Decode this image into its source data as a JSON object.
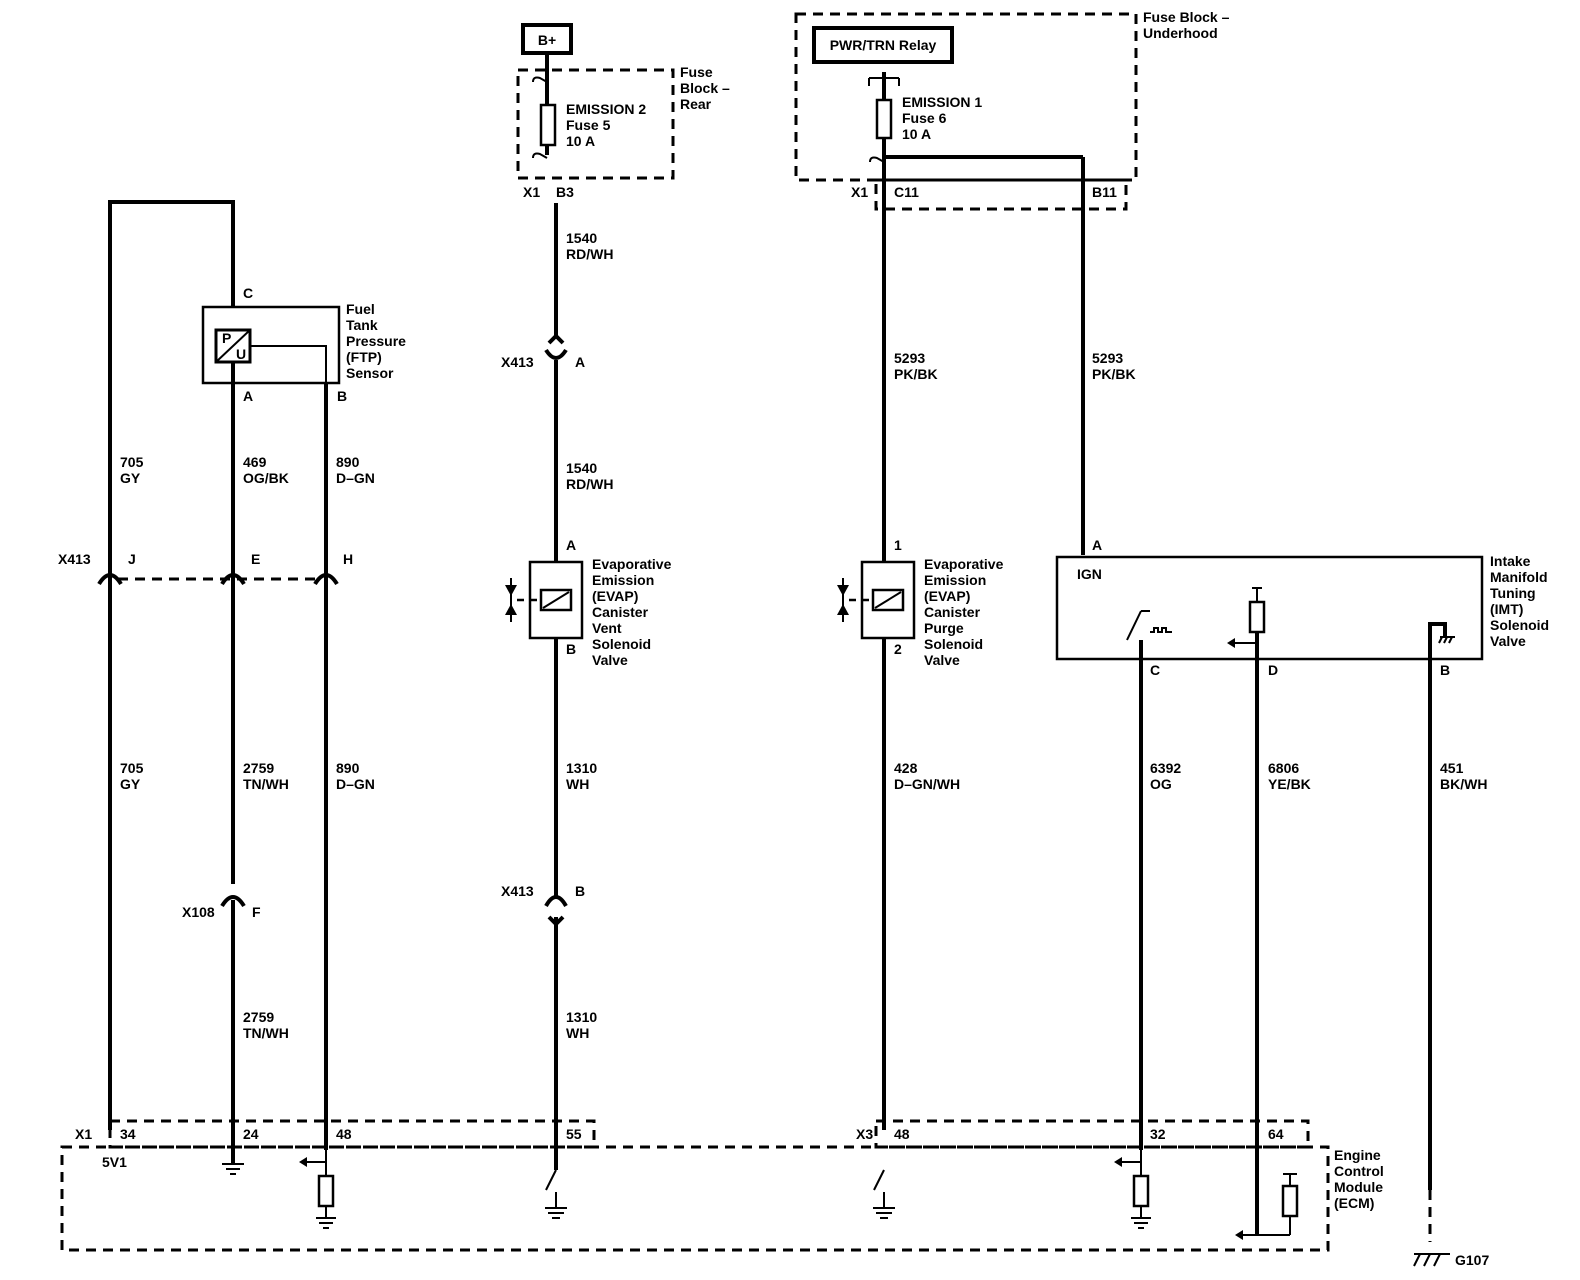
{
  "power": {
    "bplus": "B+",
    "relay": "PWR/TRN Relay",
    "fuse_block_rear": [
      "Fuse",
      "Block –",
      "Rear"
    ],
    "fuse_block_underhood": [
      "Fuse Block –",
      "Underhood"
    ],
    "fuse_rear": [
      "EMISSION 2",
      "Fuse 5",
      "10 A"
    ],
    "fuse_underhood": [
      "EMISSION 1",
      "Fuse 6",
      "10 A"
    ]
  },
  "connectors": {
    "x1": "X1",
    "x3": "X3",
    "x413": "X413",
    "x108": "X108",
    "b3": "B3",
    "c11": "C11",
    "b11": "B11",
    "j": "J",
    "e": "E",
    "h": "H",
    "f": "F",
    "a": "A",
    "b": "B",
    "c": "C",
    "d": "D",
    "one": "1",
    "two": "2",
    "ecm_pins": [
      "34",
      "24",
      "48",
      "55",
      "48",
      "32",
      "64"
    ]
  },
  "components": {
    "ftp": [
      "Fuel",
      "Tank",
      "Pressure",
      "(FTP)",
      "Sensor"
    ],
    "vent": [
      "Evaporative",
      "Emission",
      "(EVAP)",
      "Canister",
      "Vent",
      "Solenoid",
      "Valve"
    ],
    "purge": [
      "Evaporative",
      "Emission",
      "(EVAP)",
      "Canister",
      "Purge",
      "Solenoid",
      "Valve"
    ],
    "imt": [
      "Intake",
      "Manifold",
      "Tuning",
      "(IMT)",
      "Solenoid",
      "Valve"
    ],
    "ign": "IGN",
    "ecm": [
      "Engine",
      "Control",
      "Module",
      "(ECM)"
    ],
    "sv1": "5V1",
    "ground": "G107",
    "ftp_pin_c": "C",
    "ftp_pin_a": "A",
    "ftp_pin_b": "B",
    "ftp_p": "P",
    "ftp_u": "U"
  },
  "wires": {
    "w705": [
      "705",
      "GY"
    ],
    "w469": [
      "469",
      "OG/BK"
    ],
    "w890": [
      "890",
      "D–GN"
    ],
    "w2759": [
      "2759",
      "TN/WH"
    ],
    "w1540": [
      "1540",
      "RD/WH"
    ],
    "w1310": [
      "1310",
      "WH"
    ],
    "w5293": [
      "5293",
      "PK/BK"
    ],
    "w428": [
      "428",
      "D–GN/WH"
    ],
    "w6392": [
      "6392",
      "OG"
    ],
    "w6806": [
      "6806",
      "YE/BK"
    ],
    "w451": [
      "451",
      "BK/WH"
    ]
  }
}
